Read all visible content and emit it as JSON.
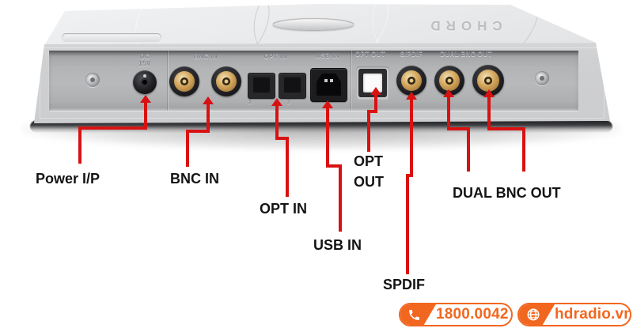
{
  "device": {
    "engraved_logo": "CHORD",
    "panel": {
      "dc_label": "DC\n15V",
      "bnc_in": "BNC IN",
      "opt_in": "OPT IN",
      "opt_in_1": "1",
      "opt_in_2": "2",
      "usb_in": "USB IN",
      "opt_out": "OPT OUT",
      "spdif": "S/PDIF",
      "dual_bnc_out": "DUAL BNC OUT"
    }
  },
  "annotations": {
    "power": "Power I/P",
    "bnc_in": "BNC IN",
    "opt_in": "OPT IN",
    "usb_in": "USB IN",
    "opt_out": "OPT\nOUT",
    "spdif": "SPDIF",
    "dual_bnc_out": "DUAL BNC OUT"
  },
  "footer": {
    "hotline": "1800.0042",
    "website": "hdradio.vn"
  },
  "colors": {
    "annotation_red": "#d81212",
    "accent_orange": "#f2671f"
  }
}
